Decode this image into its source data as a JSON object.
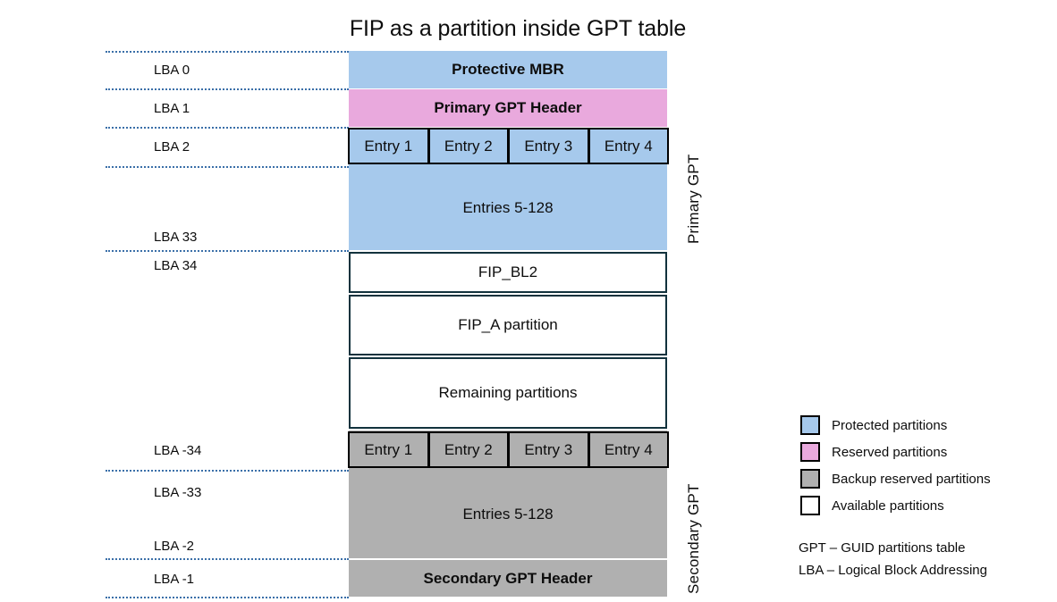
{
  "title": "FIP as a partition inside GPT table",
  "colors": {
    "protected": "#a6c9ec",
    "reserved": "#e9a9dd",
    "backup_reserved": "#b0b0b0",
    "available": "#ffffff",
    "outline": "#12323d",
    "leader_line": "#3a6fa8"
  },
  "lba_labels": [
    {
      "text": "LBA 0"
    },
    {
      "text": "LBA 1"
    },
    {
      "text": "LBA 2"
    },
    {
      "text": "LBA 33"
    },
    {
      "text": "LBA 34"
    },
    {
      "text": "LBA -34"
    },
    {
      "text": "LBA -33"
    },
    {
      "text": "LBA -2"
    },
    {
      "text": "LBA -1"
    }
  ],
  "blocks": {
    "protective_mbr": "Protective MBR",
    "primary_gpt_header": "Primary GPT Header",
    "primary_entries_rest": "Entries 5-128",
    "fip_bl2": "FIP_BL2",
    "fip_a": "FIP_A partition",
    "remaining": "Remaining partitions",
    "secondary_entries_rest": "Entries 5-128",
    "secondary_gpt_header": "Secondary GPT Header"
  },
  "primary_entries": [
    "Entry 1",
    "Entry 2",
    "Entry 3",
    "Entry 4"
  ],
  "secondary_entries": [
    "Entry 1",
    "Entry 2",
    "Entry 3",
    "Entry 4"
  ],
  "side_labels": {
    "primary": "Primary GPT",
    "secondary": "Secondary GPT"
  },
  "legend": {
    "items": [
      {
        "label": "Protected partitions",
        "color": "#a6c9ec"
      },
      {
        "label": "Reserved partitions",
        "color": "#e9a9dd"
      },
      {
        "label": "Backup reserved partitions",
        "color": "#b0b0b0"
      },
      {
        "label": "Available partitions",
        "color": "#ffffff"
      }
    ],
    "abbreviations": [
      "GPT – GUID partitions table",
      "LBA – Logical Block Addressing"
    ]
  }
}
